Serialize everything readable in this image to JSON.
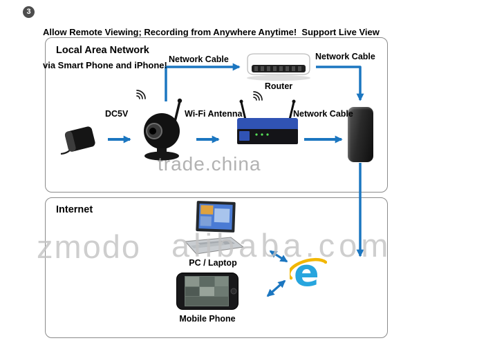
{
  "header": {
    "step_number": "3",
    "line1": "Allow Remote Viewing; Recording from Anywhere Anytime!  Support Live View",
    "line2": "via Smart Phone and iPhone!"
  },
  "lan": {
    "title": "Local Area Network",
    "labels": {
      "network_cable_camera_router": "Network Cable",
      "router_name": "Router",
      "network_cable_router_modem": "Network Cable",
      "power": "DC5V",
      "wifi_antenna": "Wi-Fi Antenna",
      "network_cable_wifirouter_modem": "Network Cable"
    }
  },
  "internet": {
    "title": "Internet",
    "labels": {
      "pc_laptop": "PC / Laptop",
      "mobile_phone": "Mobile Phone"
    },
    "ie_letter": "e"
  },
  "watermarks": {
    "center": "trade.china",
    "left": "zmodo",
    "right": "alibaba.com"
  },
  "colors": {
    "arrow_blue": "#1b76c0",
    "router_blue": "#3053b4",
    "ie_blue": "#27a5de",
    "ie_gold": "#f2b705"
  }
}
